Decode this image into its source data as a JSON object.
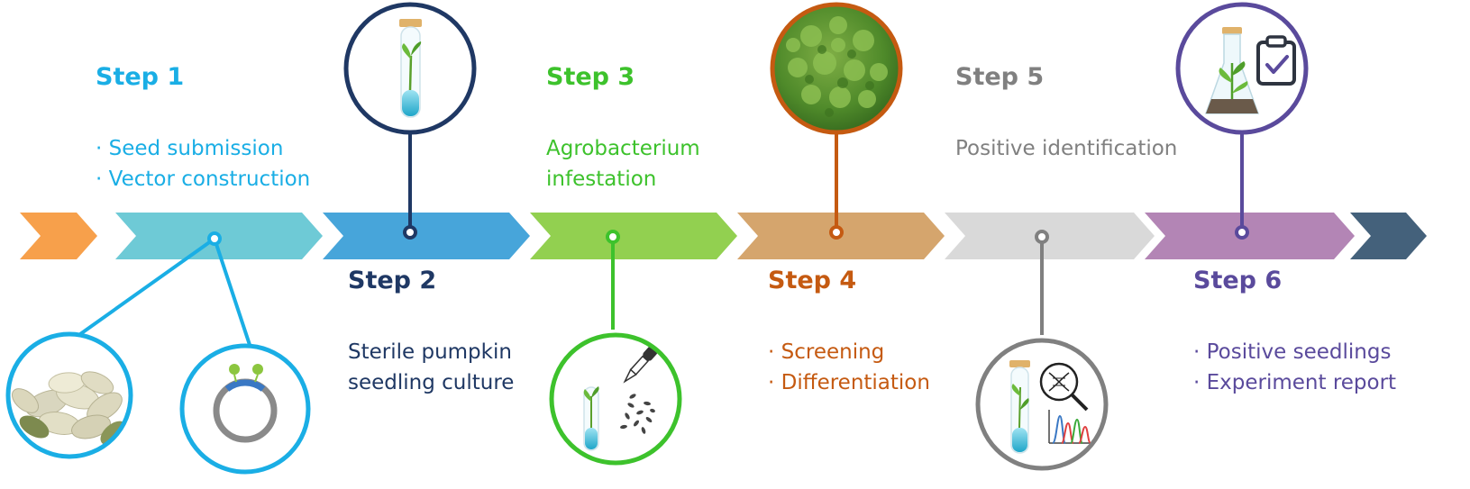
{
  "colors": {
    "step1": "#1AAEE5",
    "step2": "#1F3864",
    "step3": "#3DC22C",
    "step4": "#C55A11",
    "step5": "#808080",
    "step6": "#5A4A9C",
    "arrow_start": "#F7A04B",
    "arrow1": "#6ECAD6",
    "arrow2": "#47A5DA",
    "arrow3": "#92D050",
    "arrow4": "#D5A56D",
    "arrow5": "#D9D9D9",
    "arrow6": "#B385B5",
    "arrow_end": "#44617B"
  },
  "steps": [
    {
      "title": "Step 1",
      "lines": [
        "· Seed submission",
        "· Vector construction"
      ]
    },
    {
      "title": "Step 2",
      "lines": [
        "Sterile pumpkin",
        "seedling culture"
      ]
    },
    {
      "title": "Step 3",
      "lines": [
        "Agrobacterium",
        "infestation"
      ]
    },
    {
      "title": "Step 4",
      "lines": [
        "· Screening",
        "· Differentiation"
      ]
    },
    {
      "title": "Step 5",
      "lines": [
        "Positive identification"
      ]
    },
    {
      "title": "Step 6",
      "lines": [
        "· Positive seedlings",
        "· Experiment report"
      ]
    }
  ],
  "icons": {
    "seeds": "pumpkin-seeds-icon",
    "plasmid": "plasmid-vector-icon",
    "test_tube": "seedling-test-tube-icon",
    "dropper": "agrobacterium-dropper-icon",
    "callus": "callus-tissue-icon",
    "identification": "dna-identification-icon",
    "flask": "flask-report-icon"
  }
}
